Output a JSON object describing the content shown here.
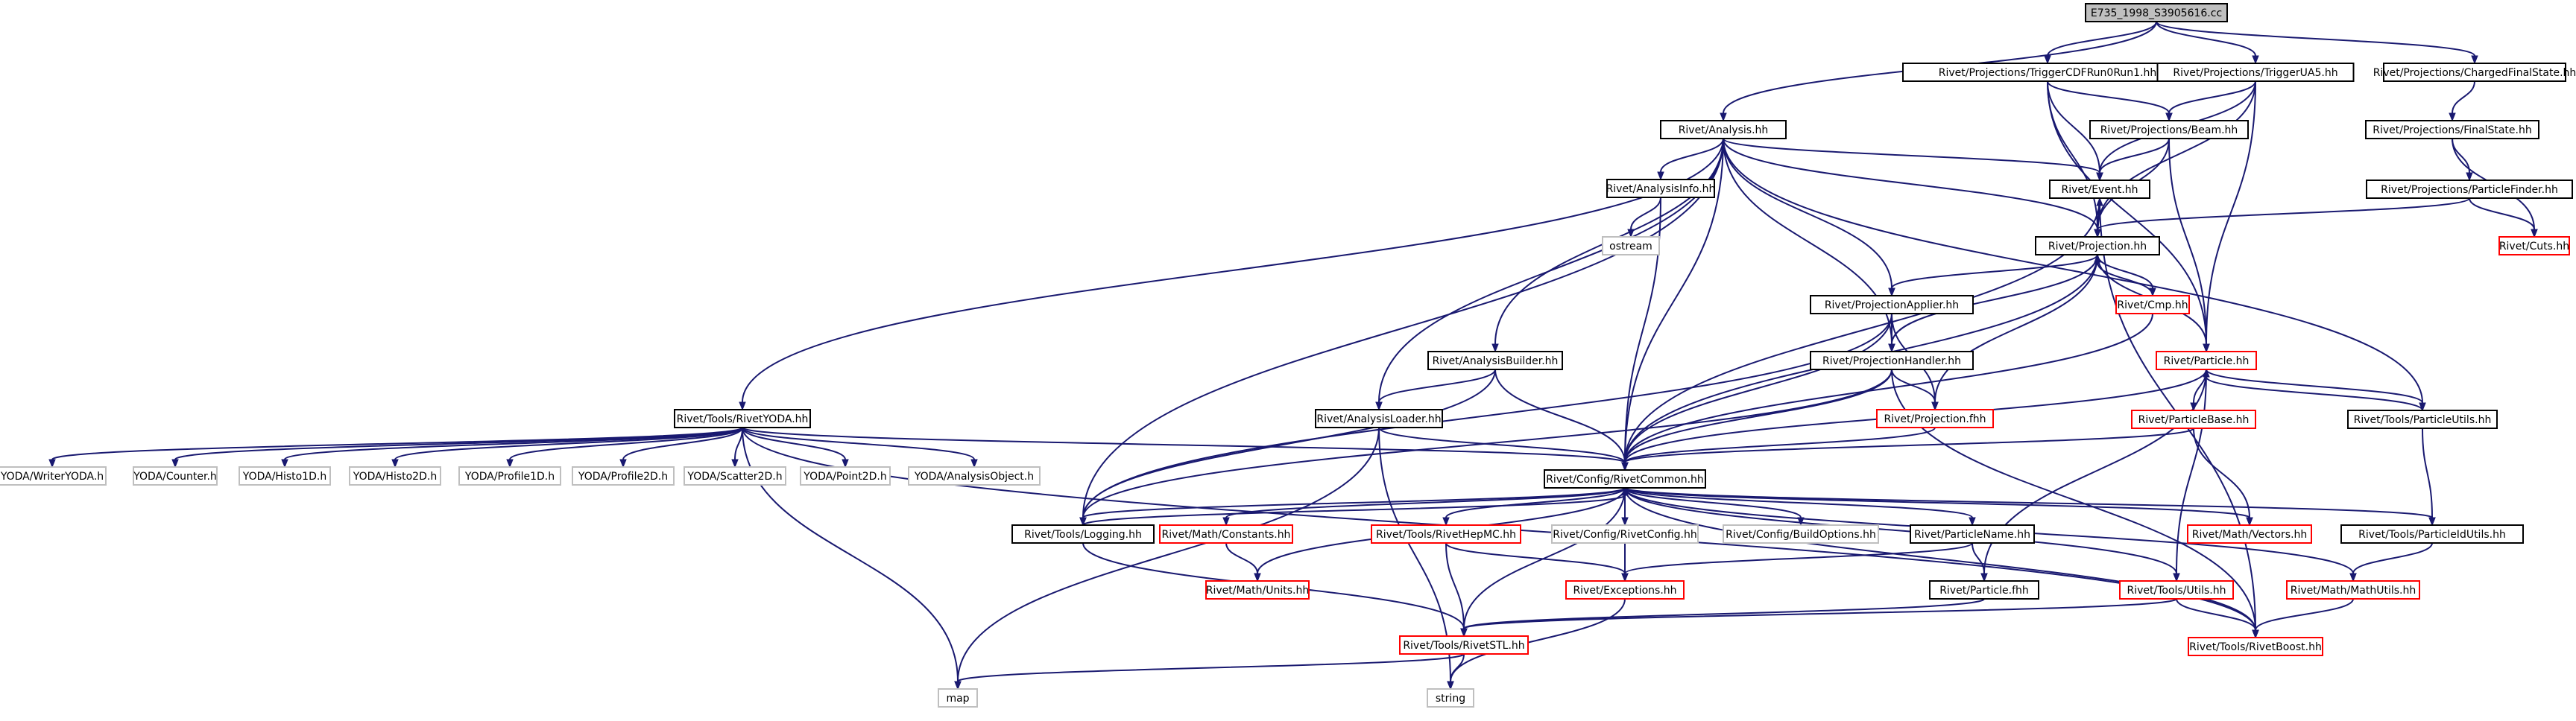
{
  "graph": {
    "title": "E735_1998_S3905616.cc",
    "colors": {
      "edge": "#191970",
      "normal_border": "#000000",
      "truncated_border": "#ff0000",
      "external_border": "#bfbfbf",
      "root_fill": "#bfbfbf",
      "text": "#000000",
      "external_text": "#000000"
    },
    "nodes": [
      {
        "id": "root",
        "label": "E735_1998_S3905616.cc",
        "style": "root"
      },
      {
        "id": "trigcdf",
        "label": "Rivet/Projections/TriggerCDFRun0Run1.hh",
        "style": "normal"
      },
      {
        "id": "trigua5",
        "label": "Rivet/Projections/TriggerUA5.hh",
        "style": "normal"
      },
      {
        "id": "cfs",
        "label": "Rivet/Projections/ChargedFinalState.hh",
        "style": "normal"
      },
      {
        "id": "analysis",
        "label": "Rivet/Analysis.hh",
        "style": "normal"
      },
      {
        "id": "beam",
        "label": "Rivet/Projections/Beam.hh",
        "style": "normal"
      },
      {
        "id": "fs",
        "label": "Rivet/Projections/FinalState.hh",
        "style": "normal"
      },
      {
        "id": "event",
        "label": "Rivet/Event.hh",
        "style": "normal"
      },
      {
        "id": "pfinder",
        "label": "Rivet/Projections/ParticleFinder.hh",
        "style": "normal"
      },
      {
        "id": "ainfo",
        "label": "Rivet/AnalysisInfo.hh",
        "style": "normal"
      },
      {
        "id": "projection",
        "label": "Rivet/Projection.hh",
        "style": "normal"
      },
      {
        "id": "cuts",
        "label": "Rivet/Cuts.hh",
        "style": "truncated"
      },
      {
        "id": "ostream",
        "label": "ostream",
        "style": "external"
      },
      {
        "id": "papplier",
        "label": "Rivet/ProjectionApplier.hh",
        "style": "normal"
      },
      {
        "id": "cmp",
        "label": "Rivet/Cmp.hh",
        "style": "truncated"
      },
      {
        "id": "abuilder",
        "label": "Rivet/AnalysisBuilder.hh",
        "style": "normal"
      },
      {
        "id": "phandler",
        "label": "Rivet/ProjectionHandler.hh",
        "style": "normal"
      },
      {
        "id": "particle",
        "label": "Rivet/Particle.hh",
        "style": "truncated"
      },
      {
        "id": "rivetyoda",
        "label": "Rivet/Tools/RivetYODA.hh",
        "style": "normal"
      },
      {
        "id": "aloader",
        "label": "Rivet/AnalysisLoader.hh",
        "style": "normal"
      },
      {
        "id": "pfhh",
        "label": "Rivet/Projection.fhh",
        "style": "truncated"
      },
      {
        "id": "pbase",
        "label": "Rivet/ParticleBase.hh",
        "style": "truncated"
      },
      {
        "id": "putils",
        "label": "Rivet/Tools/ParticleUtils.hh",
        "style": "normal"
      },
      {
        "id": "writeryoda",
        "label": "YODA/WriterYODA.h",
        "style": "external"
      },
      {
        "id": "counter",
        "label": "YODA/Counter.h",
        "style": "external"
      },
      {
        "id": "histo1d",
        "label": "YODA/Histo1D.h",
        "style": "external"
      },
      {
        "id": "histo2d",
        "label": "YODA/Histo2D.h",
        "style": "external"
      },
      {
        "id": "profile1d",
        "label": "YODA/Profile1D.h",
        "style": "external"
      },
      {
        "id": "profile2d",
        "label": "YODA/Profile2D.h",
        "style": "external"
      },
      {
        "id": "scatter2d",
        "label": "YODA/Scatter2D.h",
        "style": "external"
      },
      {
        "id": "point2d",
        "label": "YODA/Point2D.h",
        "style": "external"
      },
      {
        "id": "aobject",
        "label": "YODA/AnalysisObject.h",
        "style": "external"
      },
      {
        "id": "common",
        "label": "Rivet/Config/RivetCommon.hh",
        "style": "normal"
      },
      {
        "id": "logging",
        "label": "Rivet/Tools/Logging.hh",
        "style": "normal"
      },
      {
        "id": "mconst",
        "label": "Rivet/Math/Constants.hh",
        "style": "truncated"
      },
      {
        "id": "hepmc",
        "label": "Rivet/Tools/RivetHepMC.hh",
        "style": "truncated"
      },
      {
        "id": "rconfig",
        "label": "Rivet/Config/RivetConfig.hh",
        "style": "external"
      },
      {
        "id": "bopts",
        "label": "Rivet/Config/BuildOptions.hh",
        "style": "external"
      },
      {
        "id": "pname",
        "label": "Rivet/ParticleName.hh",
        "style": "normal"
      },
      {
        "id": "vectors",
        "label": "Rivet/Math/Vectors.hh",
        "style": "truncated"
      },
      {
        "id": "pidutils",
        "label": "Rivet/Tools/ParticleIdUtils.hh",
        "style": "normal"
      },
      {
        "id": "units",
        "label": "Rivet/Math/Units.hh",
        "style": "truncated"
      },
      {
        "id": "exceptions",
        "label": "Rivet/Exceptions.hh",
        "style": "truncated"
      },
      {
        "id": "particlefhh",
        "label": "Rivet/Particle.fhh",
        "style": "normal"
      },
      {
        "id": "utils",
        "label": "Rivet/Tools/Utils.hh",
        "style": "truncated"
      },
      {
        "id": "mathutils",
        "label": "Rivet/Math/MathUtils.hh",
        "style": "truncated"
      },
      {
        "id": "stl",
        "label": "Rivet/Tools/RivetSTL.hh",
        "style": "truncated"
      },
      {
        "id": "boost",
        "label": "Rivet/Tools/RivetBoost.hh",
        "style": "truncated"
      },
      {
        "id": "map",
        "label": "map",
        "style": "external"
      },
      {
        "id": "string",
        "label": "string",
        "style": "external"
      }
    ],
    "edges": [
      [
        "root",
        "trigcdf"
      ],
      [
        "root",
        "trigua5"
      ],
      [
        "root",
        "cfs"
      ],
      [
        "root",
        "analysis"
      ],
      [
        "trigcdf",
        "beam"
      ],
      [
        "trigcdf",
        "event"
      ],
      [
        "trigcdf",
        "projection"
      ],
      [
        "trigcdf",
        "particle"
      ],
      [
        "trigua5",
        "beam"
      ],
      [
        "trigua5",
        "event"
      ],
      [
        "trigua5",
        "projection"
      ],
      [
        "trigua5",
        "particle"
      ],
      [
        "cfs",
        "fs"
      ],
      [
        "fs",
        "pfinder"
      ],
      [
        "fs",
        "cuts"
      ],
      [
        "pfinder",
        "projection"
      ],
      [
        "pfinder",
        "cuts"
      ],
      [
        "beam",
        "event"
      ],
      [
        "beam",
        "projection"
      ],
      [
        "beam",
        "particle"
      ],
      [
        "analysis",
        "event"
      ],
      [
        "analysis",
        "projection"
      ],
      [
        "analysis",
        "ainfo"
      ],
      [
        "analysis",
        "papplier"
      ],
      [
        "analysis",
        "abuilder"
      ],
      [
        "analysis",
        "aloader"
      ],
      [
        "analysis",
        "rivetyoda"
      ],
      [
        "analysis",
        "logging"
      ],
      [
        "analysis",
        "common"
      ],
      [
        "analysis",
        "phandler"
      ],
      [
        "analysis",
        "putils"
      ],
      [
        "ainfo",
        "ostream"
      ],
      [
        "ainfo",
        "common"
      ],
      [
        "event",
        "projection"
      ],
      [
        "event",
        "common"
      ],
      [
        "event",
        "boost"
      ],
      [
        "projection",
        "event"
      ],
      [
        "projection",
        "cmp"
      ],
      [
        "projection",
        "particle"
      ],
      [
        "projection",
        "papplier"
      ],
      [
        "projection",
        "phandler"
      ],
      [
        "projection",
        "pfhh"
      ],
      [
        "projection",
        "common"
      ],
      [
        "cmp",
        "projection"
      ],
      [
        "cmp",
        "common"
      ],
      [
        "papplier",
        "phandler"
      ],
      [
        "papplier",
        "pfhh"
      ],
      [
        "papplier",
        "common"
      ],
      [
        "papplier",
        "logging"
      ],
      [
        "abuilder",
        "aloader"
      ],
      [
        "abuilder",
        "common"
      ],
      [
        "abuilder",
        "logging"
      ],
      [
        "phandler",
        "pfhh"
      ],
      [
        "phandler",
        "common"
      ],
      [
        "phandler",
        "logging"
      ],
      [
        "phandler",
        "boost"
      ],
      [
        "particle",
        "pbase"
      ],
      [
        "particle",
        "putils"
      ],
      [
        "particle",
        "common"
      ],
      [
        "particle",
        "particlefhh"
      ],
      [
        "particle",
        "utils"
      ],
      [
        "putils",
        "particle"
      ],
      [
        "putils",
        "pidutils"
      ],
      [
        "pbase",
        "common"
      ],
      [
        "pbase",
        "vectors"
      ],
      [
        "pfhh",
        "common"
      ],
      [
        "aloader",
        "common"
      ],
      [
        "aloader",
        "map"
      ],
      [
        "aloader",
        "string"
      ],
      [
        "rivetyoda",
        "writeryoda"
      ],
      [
        "rivetyoda",
        "counter"
      ],
      [
        "rivetyoda",
        "histo1d"
      ],
      [
        "rivetyoda",
        "histo2d"
      ],
      [
        "rivetyoda",
        "profile1d"
      ],
      [
        "rivetyoda",
        "profile2d"
      ],
      [
        "rivetyoda",
        "scatter2d"
      ],
      [
        "rivetyoda",
        "point2d"
      ],
      [
        "rivetyoda",
        "aobject"
      ],
      [
        "rivetyoda",
        "common"
      ],
      [
        "rivetyoda",
        "map"
      ],
      [
        "rivetyoda",
        "boost"
      ],
      [
        "common",
        "logging"
      ],
      [
        "common",
        "mconst"
      ],
      [
        "common",
        "hepmc"
      ],
      [
        "common",
        "rconfig"
      ],
      [
        "common",
        "bopts"
      ],
      [
        "common",
        "pname"
      ],
      [
        "common",
        "vectors"
      ],
      [
        "common",
        "pidutils"
      ],
      [
        "common",
        "exceptions"
      ],
      [
        "common",
        "utils"
      ],
      [
        "common",
        "mathutils"
      ],
      [
        "common",
        "stl"
      ],
      [
        "common",
        "boost"
      ],
      [
        "common",
        "units"
      ],
      [
        "logging",
        "common"
      ],
      [
        "logging",
        "stl"
      ],
      [
        "mconst",
        "units"
      ],
      [
        "hepmc",
        "exceptions"
      ],
      [
        "hepmc",
        "stl"
      ],
      [
        "pname",
        "exceptions"
      ],
      [
        "pname",
        "particlefhh"
      ],
      [
        "pidutils",
        "mathutils"
      ],
      [
        "mathutils",
        "boost"
      ],
      [
        "utils",
        "stl"
      ],
      [
        "utils",
        "boost"
      ],
      [
        "particlefhh",
        "stl"
      ],
      [
        "exceptions",
        "string"
      ],
      [
        "stl",
        "map"
      ],
      [
        "stl",
        "string"
      ]
    ]
  }
}
